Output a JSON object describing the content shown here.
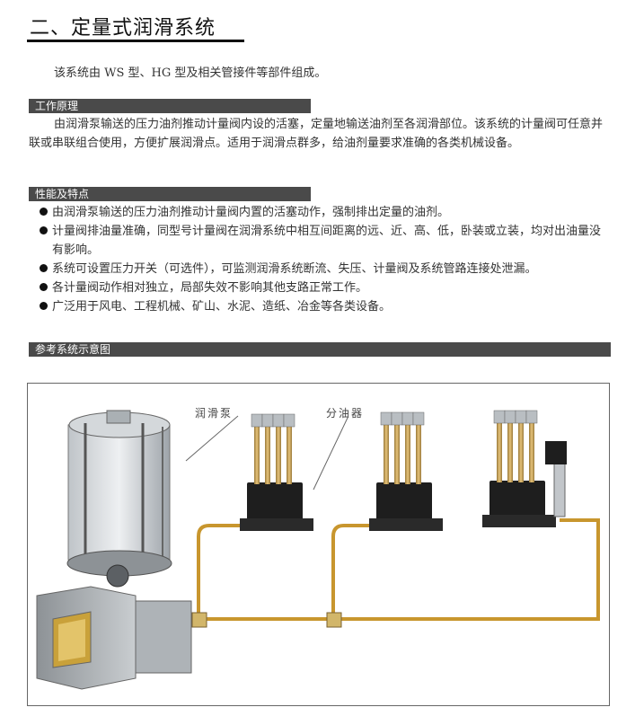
{
  "doc": {
    "title": "二、定量式润滑系统",
    "intro": "该系统由 WS 型、HG 型及相关管接件等部件组成。"
  },
  "sections": {
    "principle": {
      "heading": "工作原理",
      "text": "由润滑泵输送的压力油剂推动计量阀内设的活塞，定量地输送油剂至各润滑部位。该系统的计量阀可任意并联或串联组合使用，方便扩展润滑点。适用于润滑点群多，给油剂量要求准确的各类机械设备。"
    },
    "features": {
      "heading": "性能及特点",
      "items": [
        "由润滑泵输送的压力油剂推动计量阀内置的活塞动作，强制排出定量的油剂。",
        "计量阀排油量准确，同型号计量阀在润滑系统中相互间距离的远、近、高、低，卧装或立装，均对出油量没有影响。",
        "系统可设置压力开关（可选件），可监测润滑系统断流、失压、计量阀及系统管路连接处泄漏。",
        "各计量阀动作相对独立，局部失效不影响其他支路正常工作。",
        "广泛用于风电、工程机械、矿山、水泥、造纸、冶金等各类设备。"
      ]
    },
    "diagram": {
      "heading": "参考系统示意图",
      "label_pump": "润滑泵",
      "label_distributor": "分油器"
    }
  },
  "colors": {
    "section_bar": "#4a4a4a",
    "pipe": "#c8962e",
    "block": "#1e1e1e"
  }
}
